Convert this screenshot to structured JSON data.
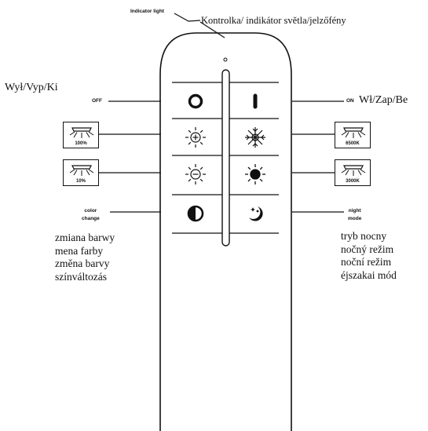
{
  "indicator": {
    "label": "Indicator light",
    "description": "Kontrolka/ indikátor světla/jelzőfény"
  },
  "off": {
    "label": "OFF",
    "translations": "Wył/Vyp/Ki",
    "icon": "off-ring-icon"
  },
  "on": {
    "label": "ON",
    "translations": "Wł/Zap/Be",
    "icon": "on-bar-icon"
  },
  "brightness_max": {
    "value": "100%",
    "icon": "sun-plus-icon"
  },
  "brightness_min": {
    "value": "10%",
    "icon": "sun-minus-icon"
  },
  "cool_white": {
    "value": "6500K",
    "icon": "snowflake-icon"
  },
  "warm_white": {
    "value": "3000K",
    "icon": "sun-warm-icon"
  },
  "color_change": {
    "label": [
      "color",
      "change"
    ],
    "translations": [
      "zmiana barwy",
      "mena farby",
      "změna barvy",
      "színváltozás"
    ],
    "icon": "half-circle-icon"
  },
  "night_mode": {
    "label": [
      "night",
      "mode"
    ],
    "translations": [
      "tryb nocny",
      "nočný režim",
      "noční režim",
      "éjszakai mód"
    ],
    "icon": "moon-stars-icon"
  },
  "colors": {
    "ink": "#111111",
    "background": "#ffffff"
  }
}
